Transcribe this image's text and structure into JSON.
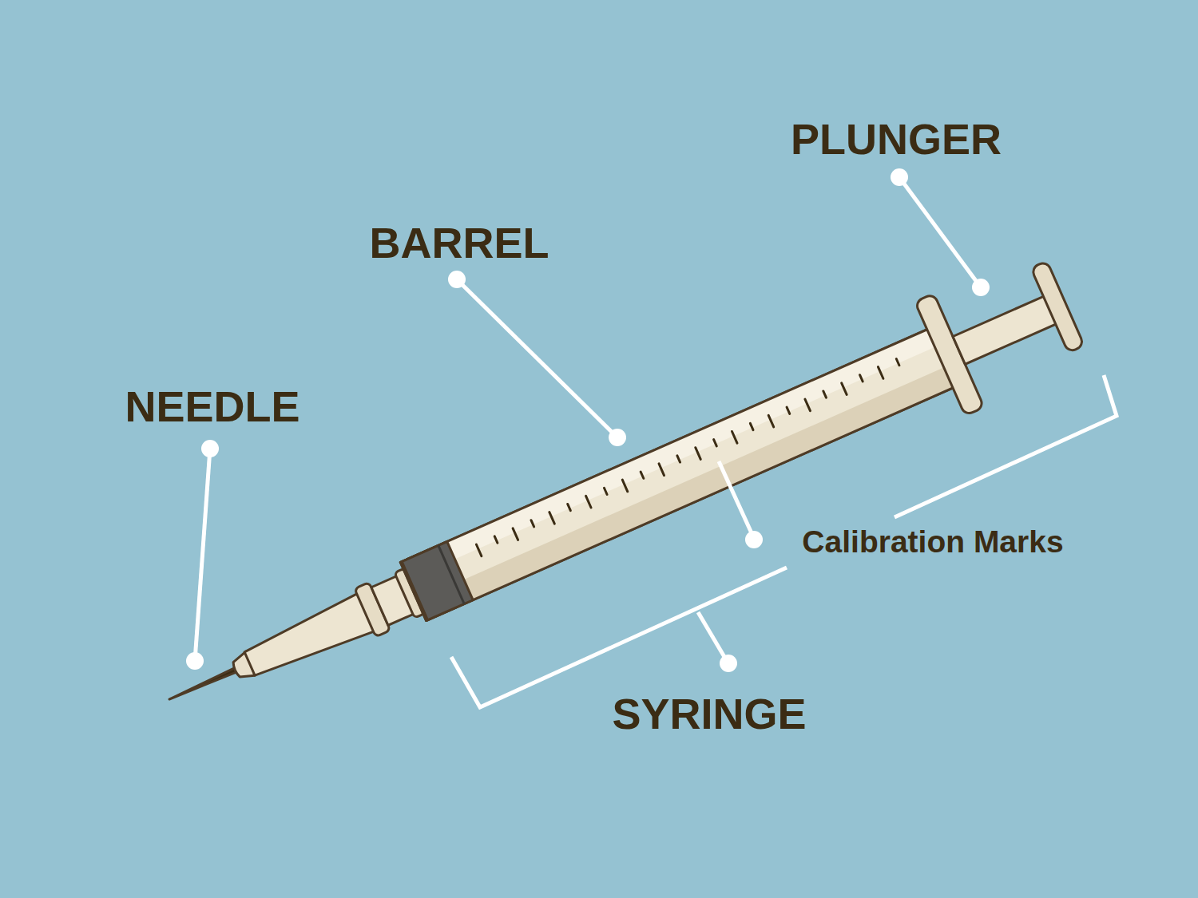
{
  "diagram": {
    "labels": [
      "PLUNGER",
      "BARREL",
      "NEEDLE",
      "Calibration Marks",
      "SYRINGE"
    ]
  }
}
